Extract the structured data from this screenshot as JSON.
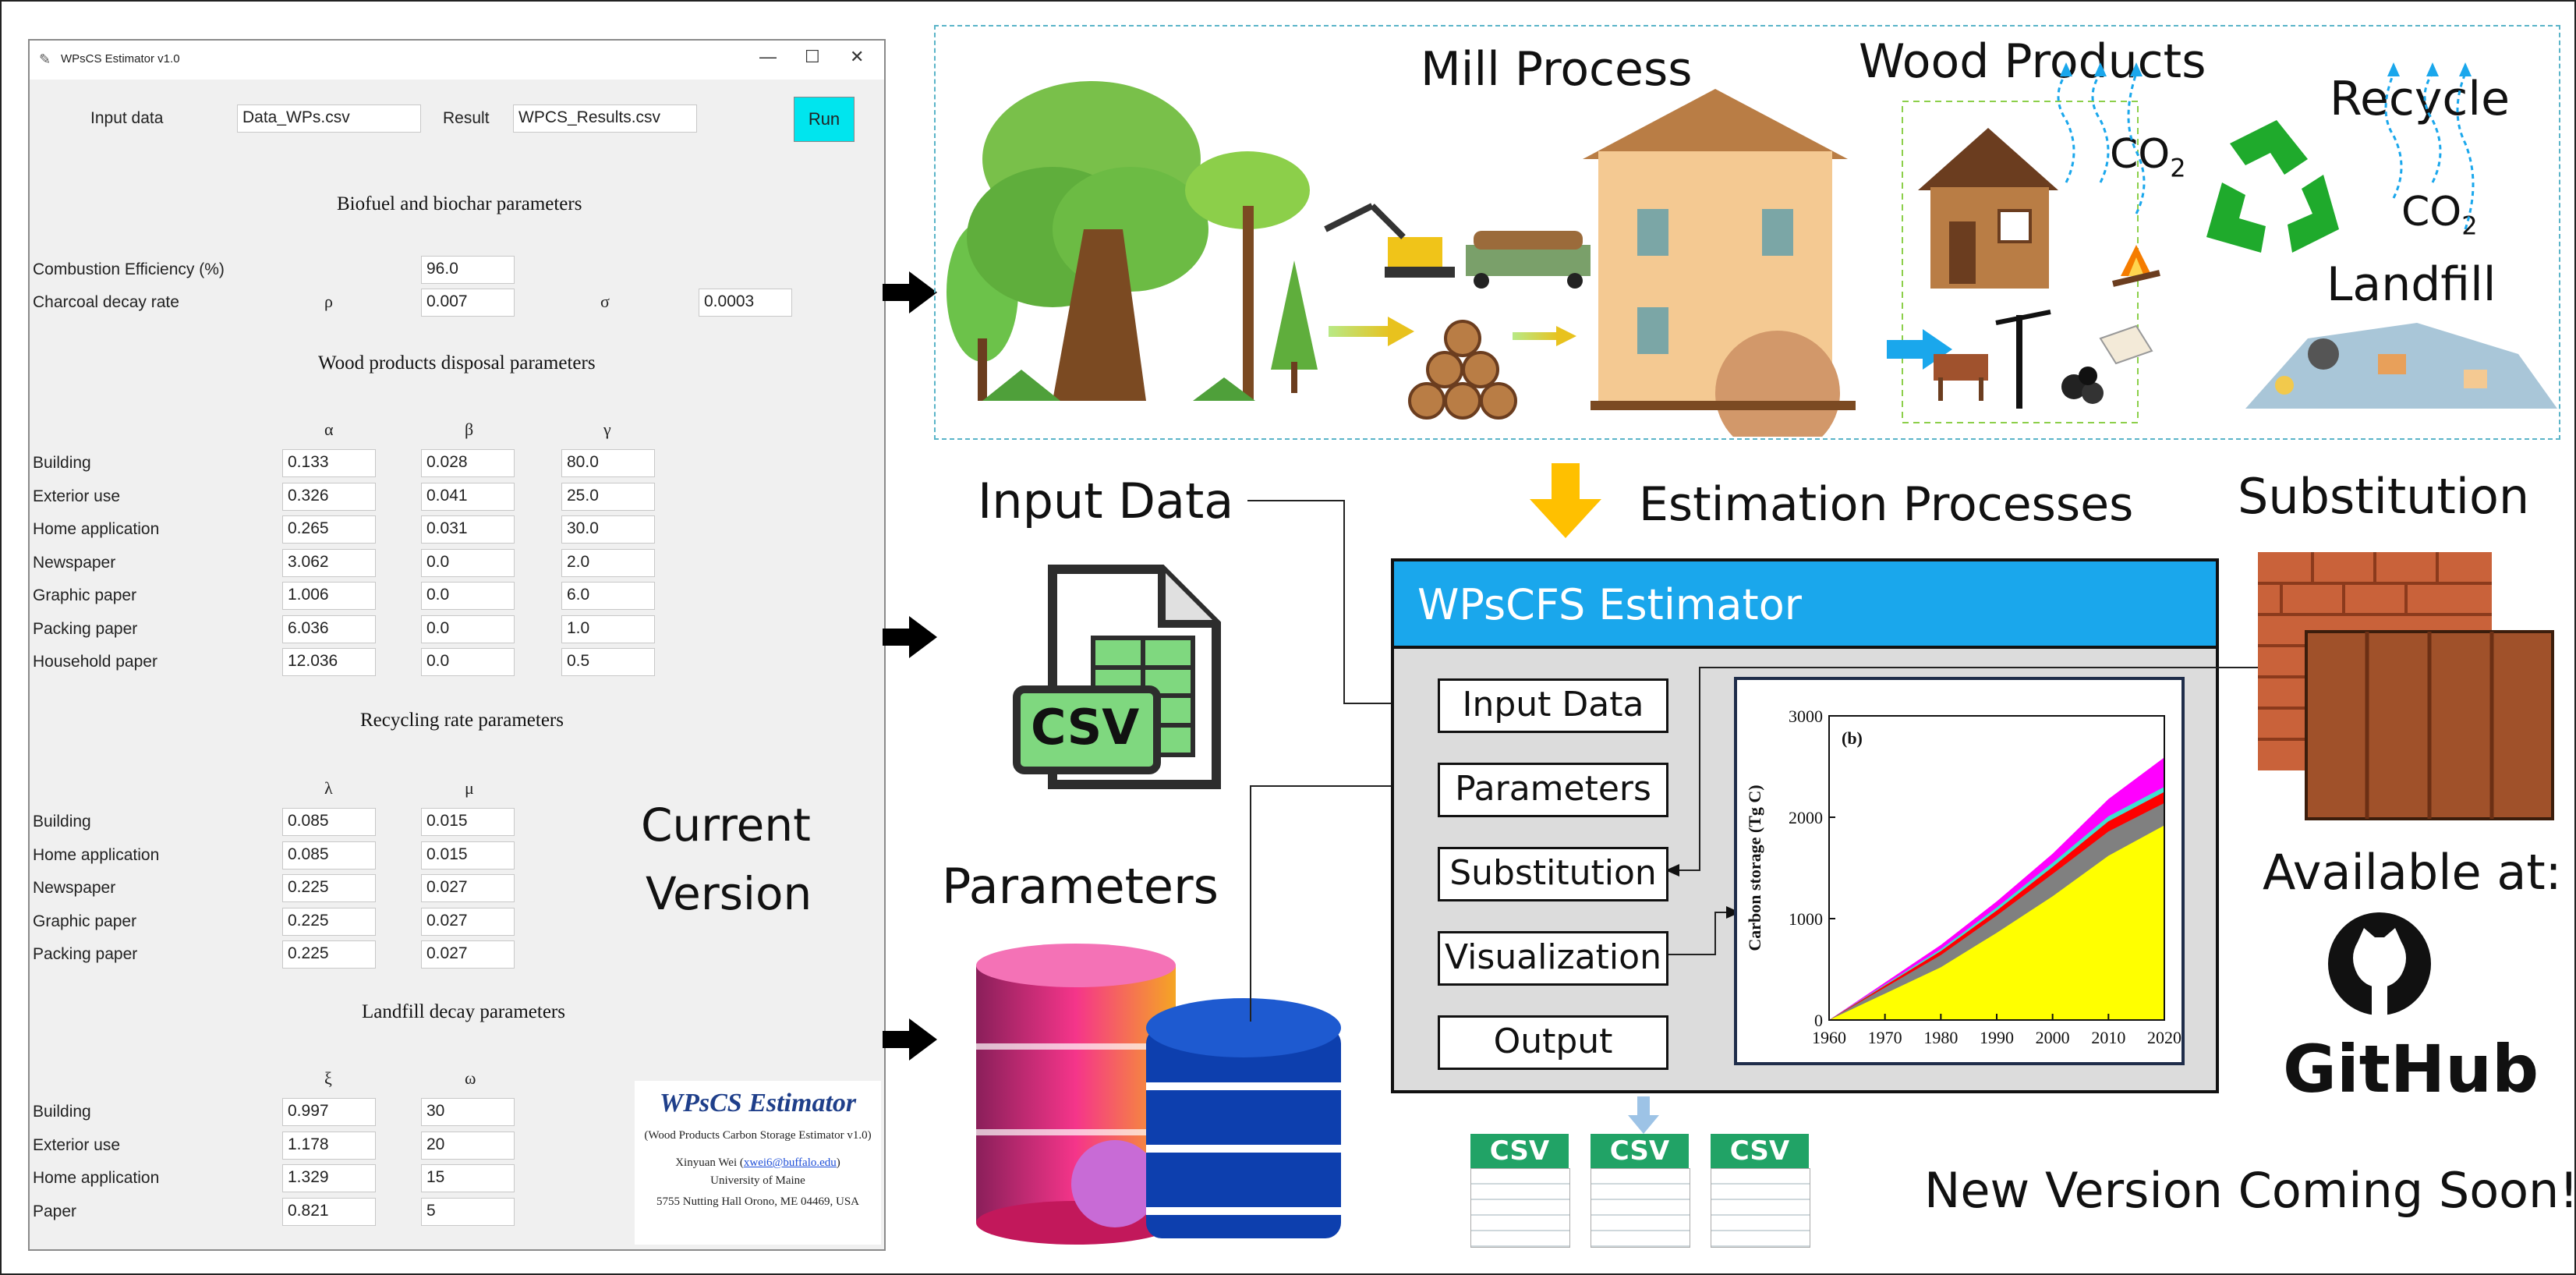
{
  "window": {
    "title": "WPsCS Estimator v1.0",
    "minimize": "—",
    "maximize": "☐",
    "close": "✕",
    "input_label": "Input data",
    "input_value": "Data_WPs.csv",
    "result_label": "Result",
    "result_value": "WPCS_Results.csv",
    "run_label": "Run",
    "biofuel": {
      "title": "Biofuel and biochar parameters",
      "combustion_label": "Combustion Efficiency (%)",
      "combustion_value": "96.0",
      "charcoal_label": "Charcoal decay rate",
      "rho": "ρ",
      "rho_value": "0.007",
      "sigma": "σ",
      "sigma_value": "0.0003"
    },
    "disposal": {
      "title": "Wood products disposal parameters",
      "headers": [
        "α",
        "β",
        "γ"
      ],
      "rows": [
        {
          "label": "Building",
          "v": [
            "0.133",
            "0.028",
            "80.0"
          ]
        },
        {
          "label": "Exterior use",
          "v": [
            "0.326",
            "0.041",
            "25.0"
          ]
        },
        {
          "label": "Home application",
          "v": [
            "0.265",
            "0.031",
            "30.0"
          ]
        },
        {
          "label": "Newspaper",
          "v": [
            "3.062",
            "0.0",
            "2.0"
          ]
        },
        {
          "label": "Graphic paper",
          "v": [
            "1.006",
            "0.0",
            "6.0"
          ]
        },
        {
          "label": "Packing paper",
          "v": [
            "6.036",
            "0.0",
            "1.0"
          ]
        },
        {
          "label": "Household paper",
          "v": [
            "12.036",
            "0.0",
            "0.5"
          ]
        }
      ]
    },
    "recycling": {
      "title": "Recycling rate parameters",
      "headers": [
        "λ",
        "μ"
      ],
      "rows": [
        {
          "label": "Building",
          "v": [
            "0.085",
            "0.015"
          ]
        },
        {
          "label": "Home application",
          "v": [
            "0.085",
            "0.015"
          ]
        },
        {
          "label": "Newspaper",
          "v": [
            "0.225",
            "0.027"
          ]
        },
        {
          "label": "Graphic paper",
          "v": [
            "0.225",
            "0.027"
          ]
        },
        {
          "label": "Packing paper",
          "v": [
            "0.225",
            "0.027"
          ]
        }
      ]
    },
    "landfill": {
      "title": "Landfill decay parameters",
      "headers": [
        "ξ",
        "ω"
      ],
      "rows": [
        {
          "label": "Building",
          "v": [
            "0.997",
            "30"
          ]
        },
        {
          "label": "Exterior use",
          "v": [
            "1.178",
            "20"
          ]
        },
        {
          "label": "Home application",
          "v": [
            "1.329",
            "15"
          ]
        },
        {
          "label": "Paper",
          "v": [
            "0.821",
            "5"
          ]
        }
      ]
    },
    "logo": {
      "title": "WPsCS Estimator",
      "subtitle": "(Wood Products Carbon Storage Estimator v1.0)",
      "author": "Xinyuan Wei (",
      "email": "xwei6@buffalo.edu",
      "author_end": ")",
      "university": "University of Maine",
      "address": "5755 Nutting Hall Orono, ME 04469, USA"
    }
  },
  "labels": {
    "current_version_1": "Current",
    "current_version_2": "Version",
    "mill_process": "Mill Process",
    "wood_products": "Wood Products",
    "recycle": "Recycle",
    "landfill": "Landfill",
    "co2_1": "CO",
    "co2_2": "CO",
    "co2_sub": "2",
    "input_data": "Input Data",
    "csv": "CSV",
    "parameters": "Parameters",
    "estimation_processes": "Estimation Processes",
    "substitution": "Substitution",
    "available_at": "Available at:",
    "github": "GitHub",
    "coming_soon": "New Version Coming Soon!",
    "output_csv": [
      "CSV",
      "CSV",
      "CSV"
    ]
  },
  "estimator": {
    "title": "WPsCFS Estimator",
    "buttons": [
      "Input Data",
      "Parameters",
      "Substitution",
      "Visualization",
      "Output"
    ]
  },
  "colors": {
    "accent_blue": "#1aa7ec",
    "arrow_orange": "#ffc000",
    "run_button": "#00e5ee",
    "csv_green": "#21a366"
  },
  "chart_data": {
    "type": "area",
    "panel_label": "(b)",
    "ylabel": "Carbon storage (Tg C)",
    "xlabel": "",
    "x": [
      1960,
      1970,
      1980,
      1990,
      2000,
      2010,
      2020
    ],
    "xlim": [
      1960,
      2020
    ],
    "ylim": [
      0,
      3000
    ],
    "yticks": [
      0,
      1000,
      2000,
      3000
    ],
    "series": [
      {
        "color": "#ffff00",
        "values": [
          0,
          260,
          520,
          860,
          1220,
          1620,
          1920
        ]
      },
      {
        "color": "#808080",
        "values": [
          0,
          320,
          640,
          1030,
          1440,
          1860,
          2140
        ]
      },
      {
        "color": "#ff0000",
        "values": [
          0,
          340,
          680,
          1080,
          1510,
          1960,
          2250
        ]
      },
      {
        "color": "#40e0d0",
        "values": [
          0,
          350,
          700,
          1110,
          1550,
          2010,
          2300
        ]
      },
      {
        "color": "#ff00ff",
        "values": [
          0,
          370,
          740,
          1170,
          1640,
          2180,
          2590
        ]
      }
    ]
  }
}
